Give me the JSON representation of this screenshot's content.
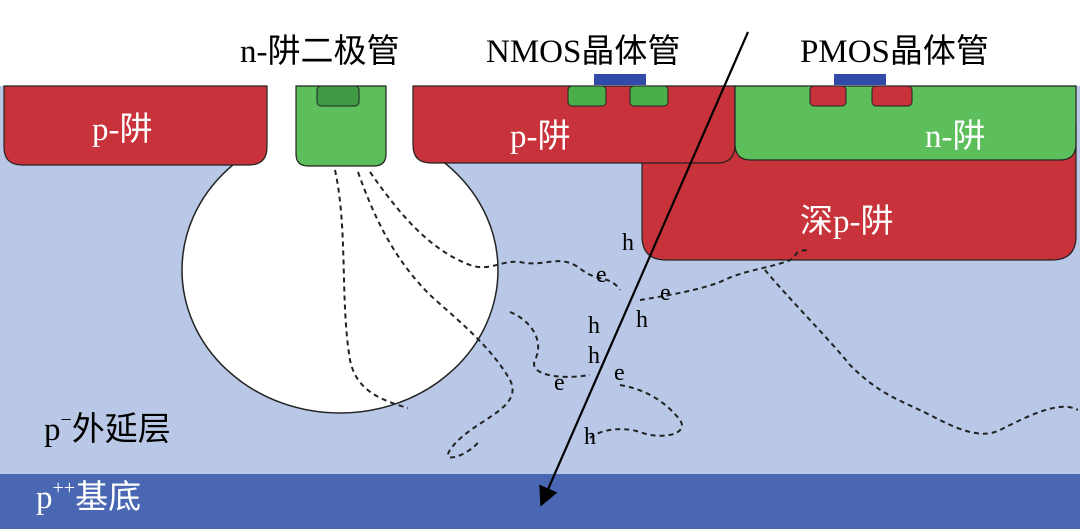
{
  "labels": {
    "n_well_diode": "n-阱二极管",
    "nmos": "NMOS晶体管",
    "pmos": "PMOS晶体管",
    "p_well_left": "p-阱",
    "p_well_mid": "p-阱",
    "n_well": "n-阱",
    "deep_p_well": "深p-阱",
    "epi_base": "p",
    "epi_sup": "−",
    "epi_rest": "外延层",
    "sub_base": "p",
    "sub_sup": "++",
    "sub_rest": "基底"
  },
  "carriers": {
    "h1": "h",
    "h2": "h",
    "h3": "h",
    "h4": "h",
    "h5": "h",
    "e1": "e",
    "e2": "e",
    "e3": "e",
    "e4": "e"
  },
  "colors": {
    "epi": "#b9c8e6",
    "substrate": "#4a67b3",
    "p_well": "#c8323a",
    "n_well": "#5cbf5c",
    "gate": "#2f4aa8"
  }
}
